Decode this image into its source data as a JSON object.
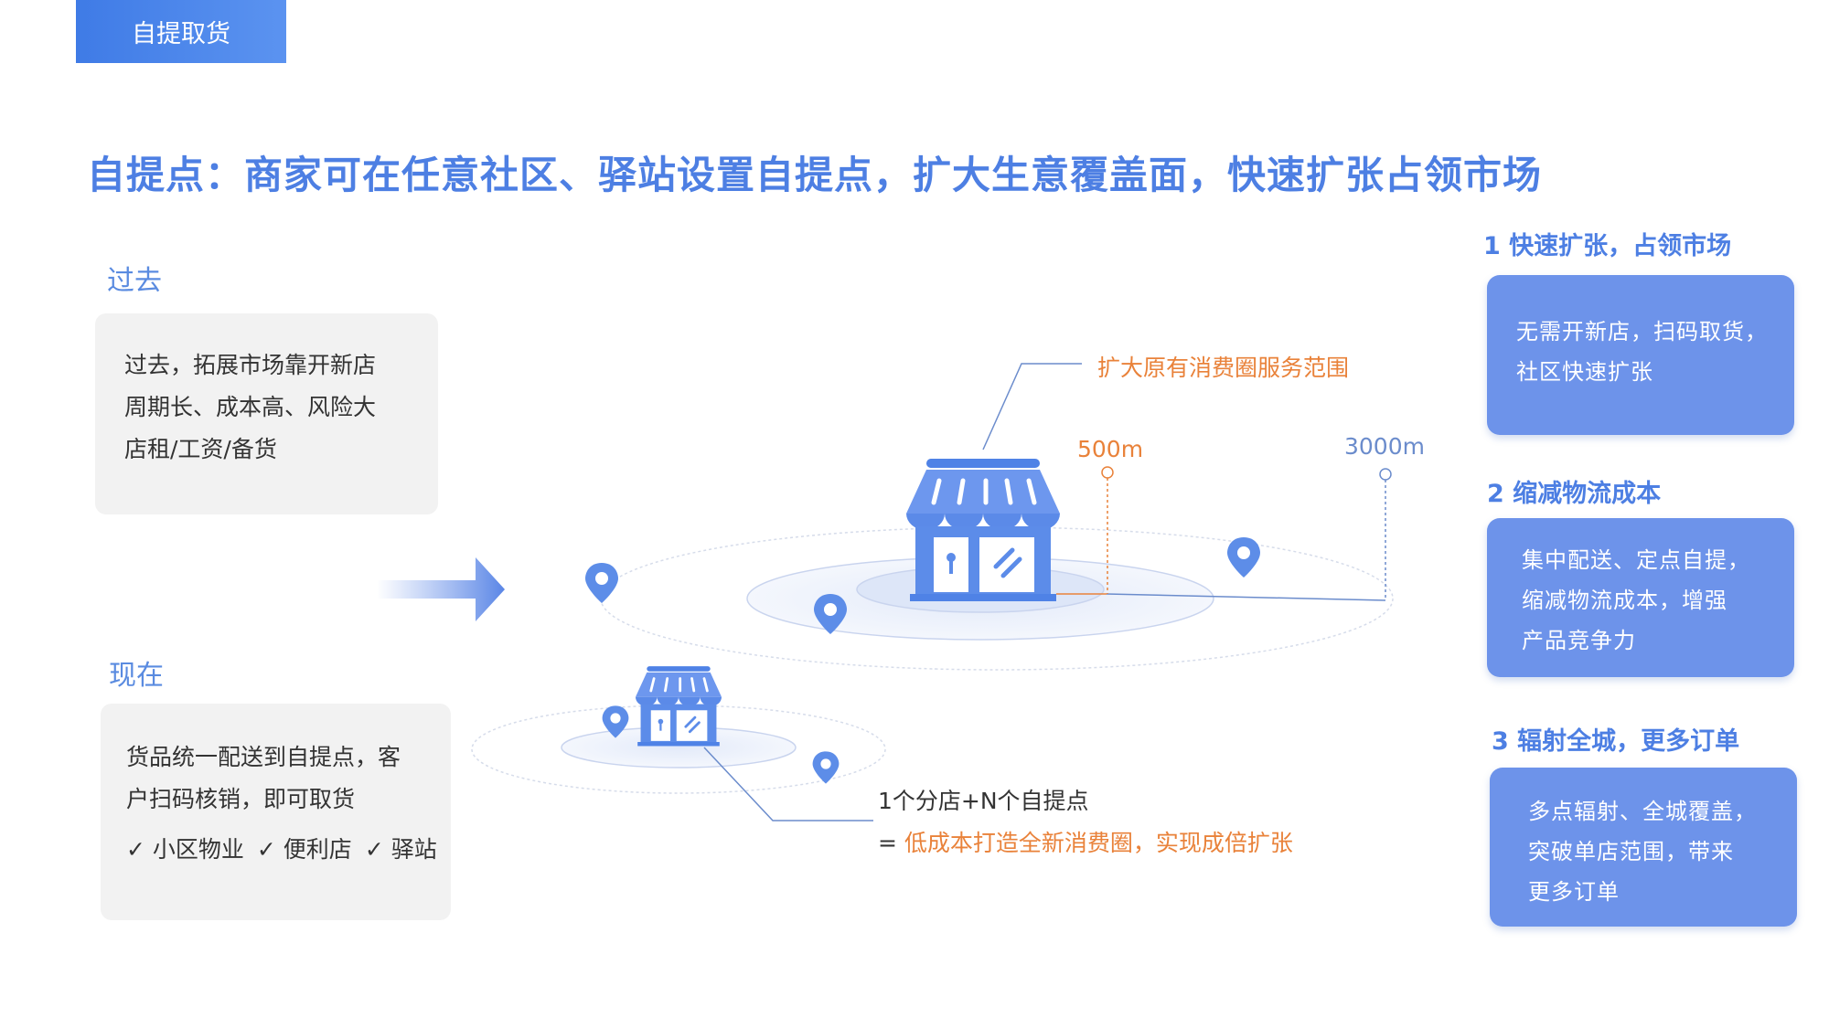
{
  "tag": "自提取货",
  "headline": "自提点：商家可在任意社区、驿站设置自提点，扩大生意覆盖面，快速扩张占领市场",
  "past": {
    "label": "过去",
    "lines": [
      "过去，拓展市场靠开新店",
      "周期长、成本高、风险大",
      "店租/工资/备货"
    ]
  },
  "now": {
    "label": "现在",
    "lines": [
      "货品统一配送到自提点，客",
      "户扫码核销，即可取货"
    ],
    "checks": [
      "✓ 小区物业",
      "✓ 便利店",
      "✓ 驿站"
    ]
  },
  "diagram": {
    "expand_label": "扩大原有消费圈服务范围",
    "radius_small": "500m",
    "radius_large": "3000m",
    "formula_line1": "1个分店+N个自提点",
    "formula_prefix": "= ",
    "formula_result": "低成本打造全新消费圈，实现成倍扩张",
    "store_icon": "store-icon",
    "pin_icon": "location-pin-icon",
    "arrow_icon": "arrow-right-icon"
  },
  "features": [
    {
      "title": "1 快速扩张，占领市场",
      "lines": [
        "无需开新店，扫码取货，",
        "社区快速扩张"
      ]
    },
    {
      "title": "2 缩减物流成本",
      "lines": [
        "集中配送、定点自提，",
        "缩减物流成本，增强",
        "产品竞争力"
      ]
    },
    {
      "title": "3 辐射全城，更多订单",
      "lines": [
        "多点辐射、全城覆盖，",
        "突破单店范围，带来",
        "更多订单"
      ]
    }
  ],
  "colors": {
    "primary": "#4d7fe3",
    "card": "#6d93ea",
    "accent": "#e9823a",
    "box": "#f2f2f2"
  }
}
